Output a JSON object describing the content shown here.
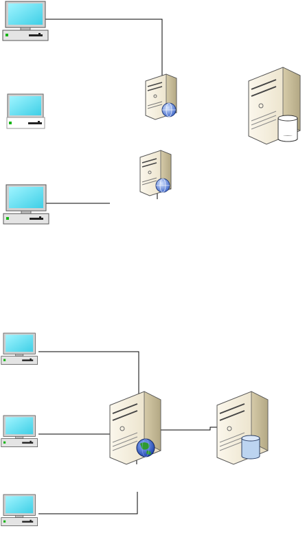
{
  "diagram": {
    "top_section": {
      "workstations": [
        {
          "id": "pc-1"
        },
        {
          "id": "pc-2"
        },
        {
          "id": "pc-3"
        }
      ],
      "web_servers": [
        {
          "id": "web-server-1",
          "icon": "globe-icon"
        },
        {
          "id": "web-server-2",
          "icon": "globe-icon"
        }
      ],
      "database_server": {
        "id": "db-server-1",
        "icon": "database-icon"
      }
    },
    "bottom_section": {
      "workstations": [
        {
          "id": "pc-4"
        },
        {
          "id": "pc-5"
        },
        {
          "id": "pc-6"
        }
      ],
      "web_server": {
        "id": "web-server-3",
        "icon": "globe-icon"
      },
      "database_server": {
        "id": "db-server-2",
        "icon": "database-icon"
      }
    }
  },
  "colors": {
    "screen": "#66e0f0",
    "monitor_frame": "#d8d8d8",
    "server_body": "#f2ead6",
    "server_side": "#c9bf9f",
    "globe": "#2a56c6",
    "database": "#bcd4f0",
    "line": "#000000"
  }
}
